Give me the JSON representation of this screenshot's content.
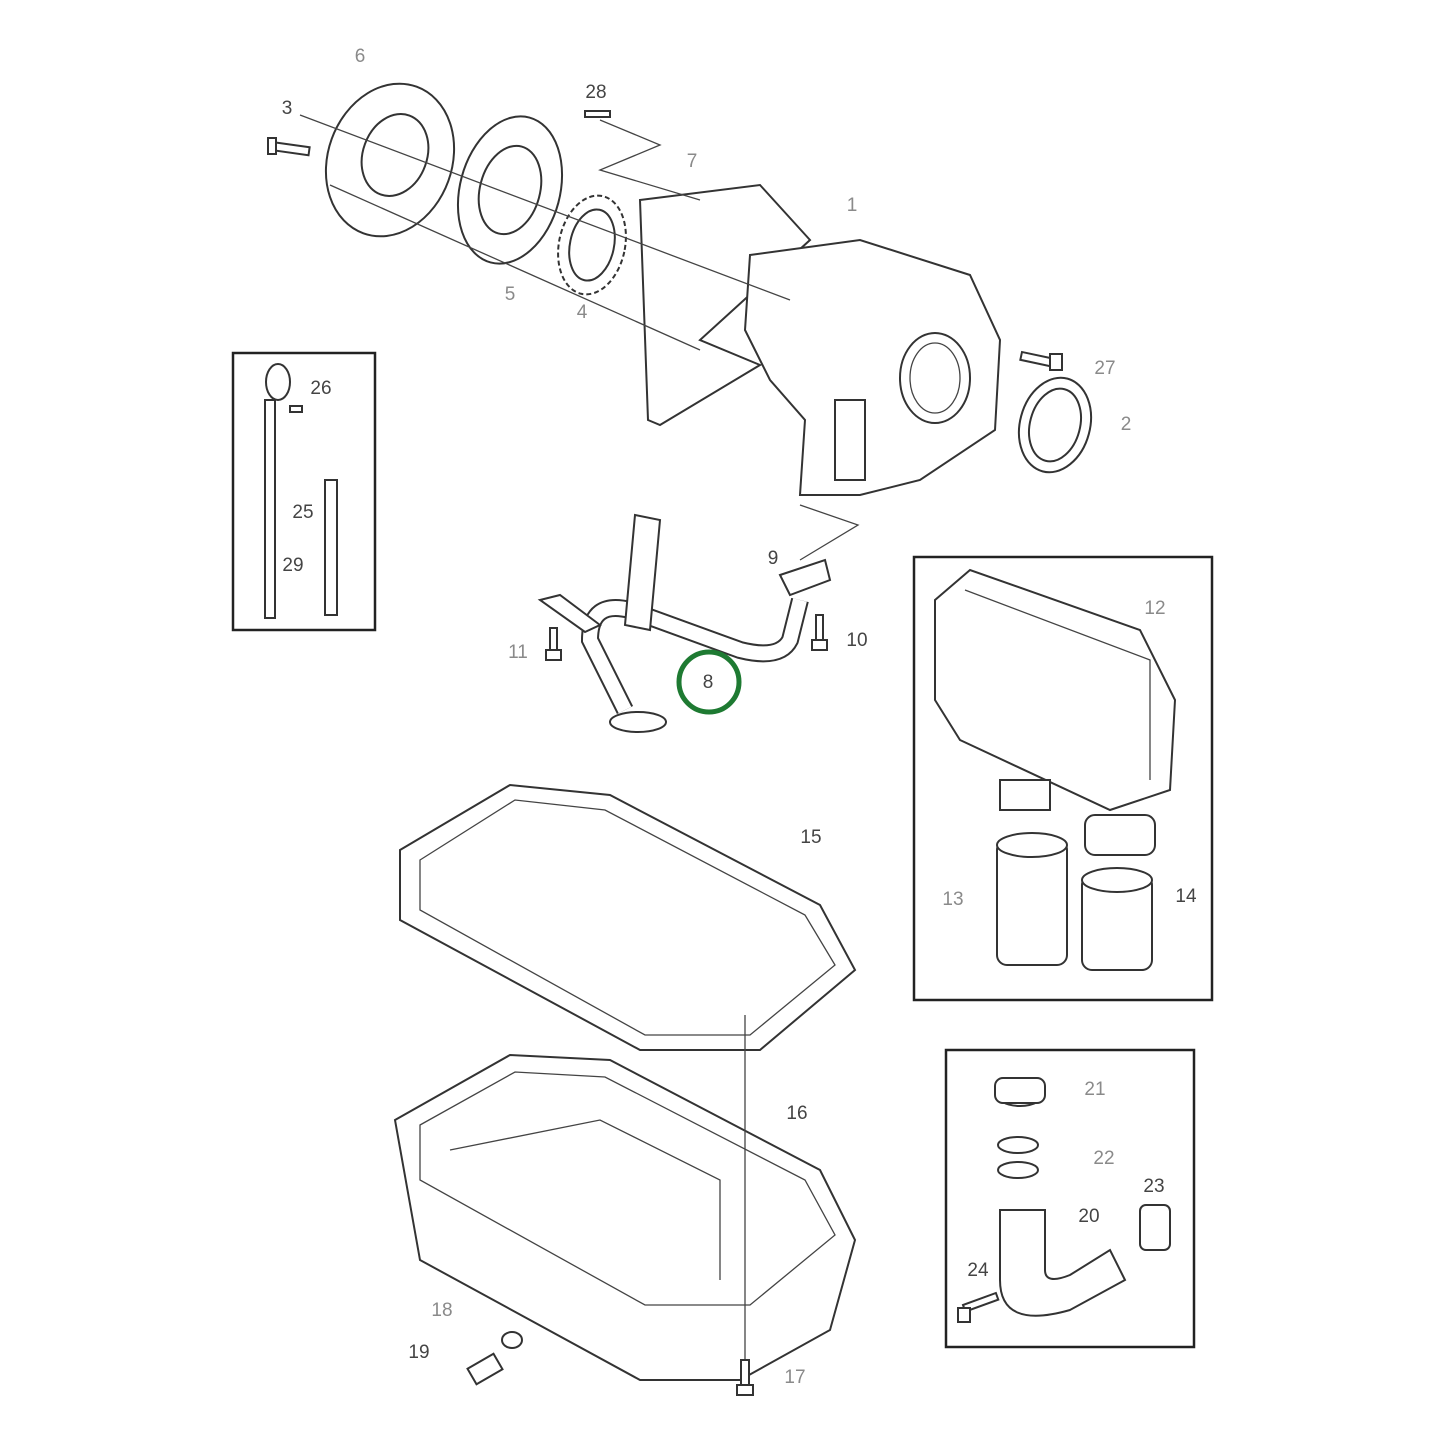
{
  "highlight": {
    "label_index": 8,
    "color": "#1e7a32"
  },
  "labels": {
    "l1": "1",
    "l2": "2",
    "l3": "3",
    "l4": "4",
    "l5": "5",
    "l6": "6",
    "l7": "7",
    "l8": "8",
    "l9": "9",
    "l10": "10",
    "l11": "11",
    "l12": "12",
    "l13": "13",
    "l14": "14",
    "l15": "15",
    "l16": "16",
    "l17": "17",
    "l18": "18",
    "l19": "19",
    "l20": "20",
    "l21": "21",
    "l22": "22",
    "l23": "23",
    "l24": "24",
    "l25": "25",
    "l26": "26",
    "l27": "27",
    "l28": "28",
    "l29": "29"
  }
}
